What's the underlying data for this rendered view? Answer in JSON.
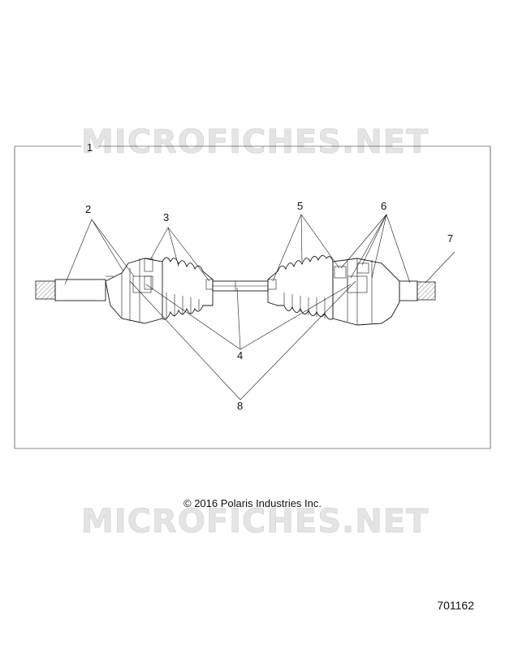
{
  "watermark": {
    "text": "MICROFICHES.NET"
  },
  "frame": {
    "label": "1"
  },
  "callouts": [
    "2",
    "3",
    "4",
    "5",
    "6",
    "7",
    "8"
  ],
  "copyright": "© 2016 Polaris Industries Inc.",
  "part_number": "701162"
}
